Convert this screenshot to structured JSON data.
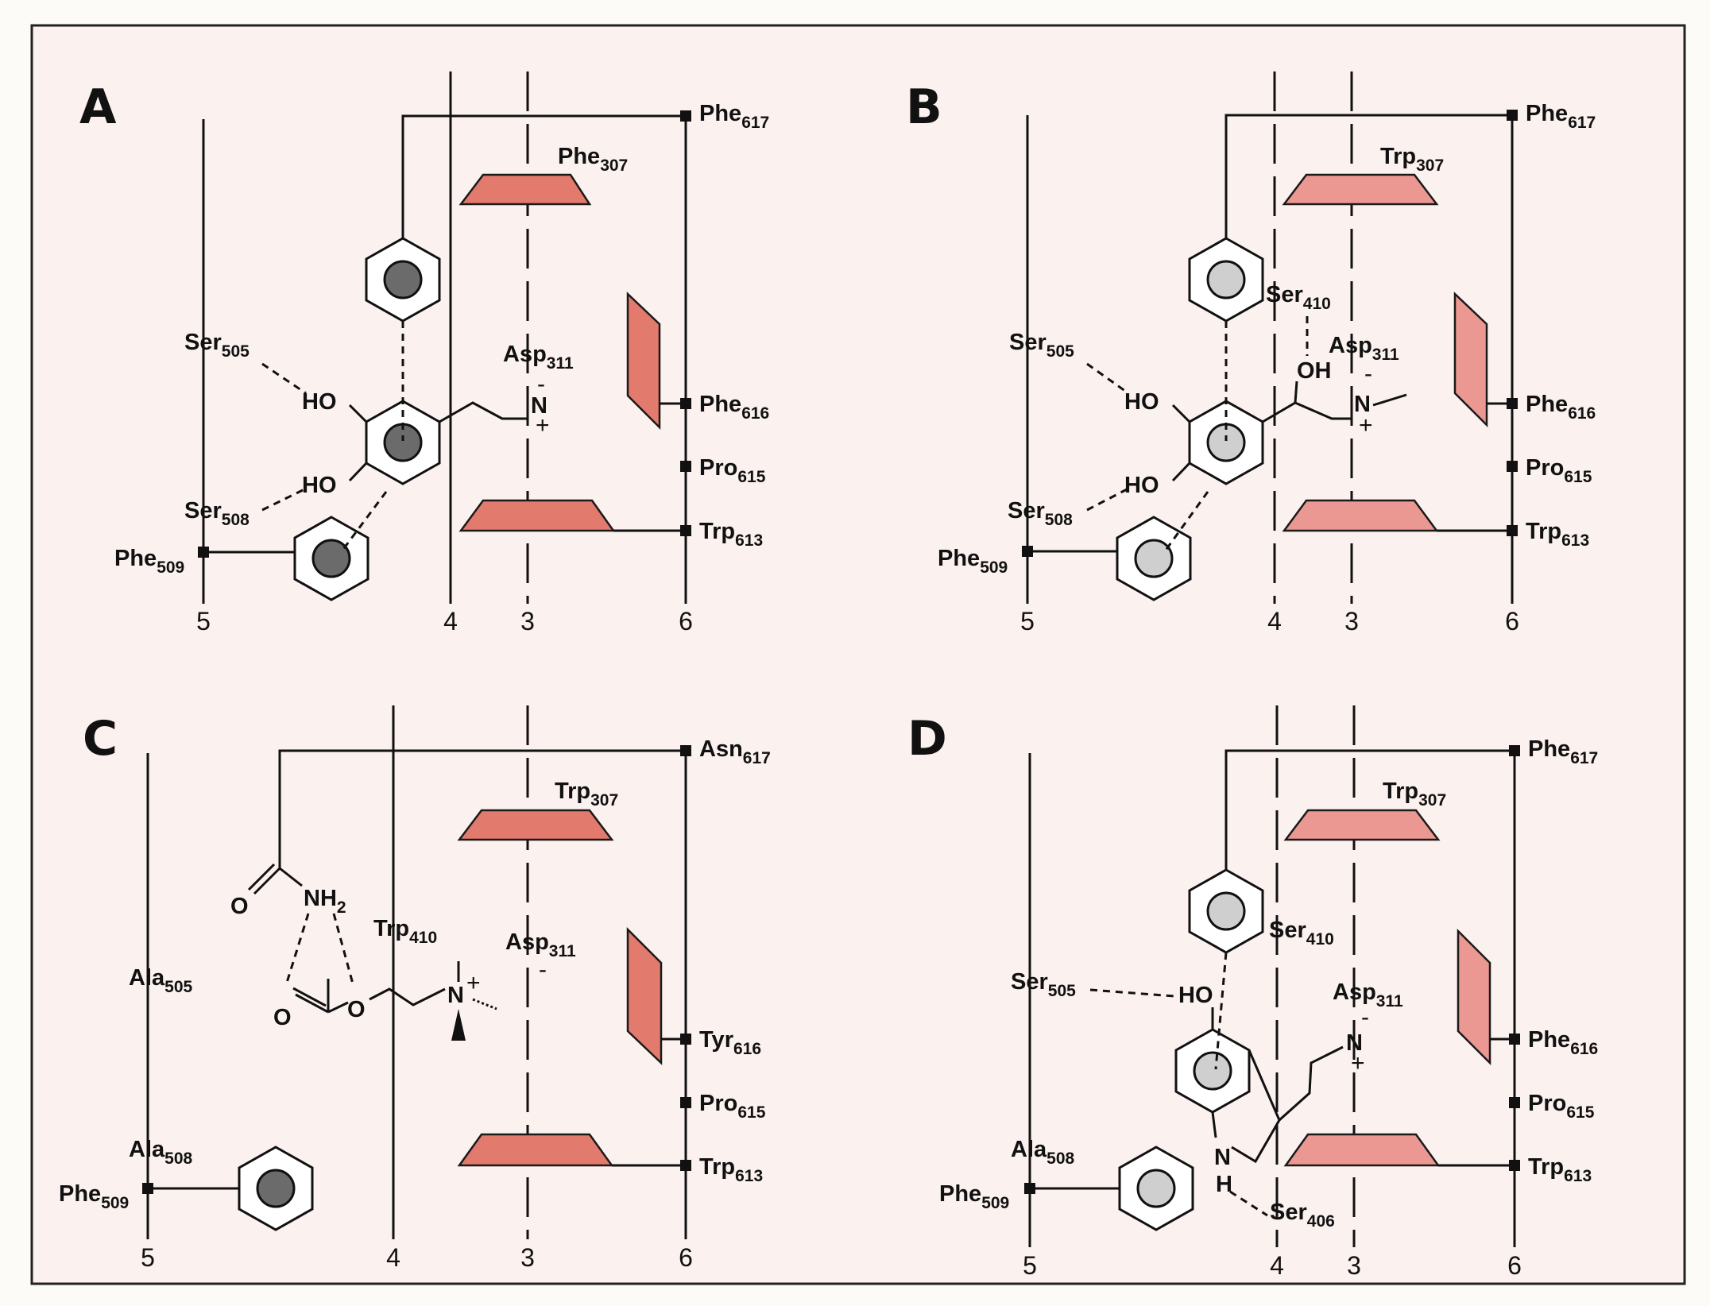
{
  "panels": {
    "A": {
      "letter": "A",
      "helices": [
        "5",
        "4",
        "3",
        "6"
      ],
      "residues": {
        "phe617": [
          "Phe",
          "617"
        ],
        "phe307": [
          "Phe",
          "307"
        ],
        "ser505": [
          "Ser",
          "505"
        ],
        "asp311": [
          "Asp",
          "311"
        ],
        "phe616": [
          "Phe",
          "616"
        ],
        "pro615": [
          "Pro",
          "615"
        ],
        "ser508": [
          "Ser",
          "508"
        ],
        "trp613": [
          "Trp",
          "613"
        ],
        "phe509": [
          "Phe",
          "509"
        ]
      },
      "atoms": {
        "ho1": "HO",
        "ho2": "HO",
        "n": "N",
        "minus": "-",
        "plus": "+"
      }
    },
    "B": {
      "letter": "B",
      "helices": [
        "5",
        "4",
        "3",
        "6"
      ],
      "residues": {
        "phe617": [
          "Phe",
          "617"
        ],
        "trp307": [
          "Trp",
          "307"
        ],
        "ser410": [
          "Ser",
          "410"
        ],
        "ser505": [
          "Ser",
          "505"
        ],
        "asp311": [
          "Asp",
          "311"
        ],
        "phe616": [
          "Phe",
          "616"
        ],
        "pro615": [
          "Pro",
          "615"
        ],
        "ser508": [
          "Ser",
          "508"
        ],
        "trp613": [
          "Trp",
          "613"
        ],
        "phe509": [
          "Phe",
          "509"
        ]
      },
      "atoms": {
        "ho1": "HO",
        "ho2": "HO",
        "oh": "OH",
        "n": "N",
        "minus": "-",
        "plus": "+"
      }
    },
    "C": {
      "letter": "C",
      "helices": [
        "5",
        "4",
        "3",
        "6"
      ],
      "residues": {
        "asn617": [
          "Asn",
          "617"
        ],
        "trp307": [
          "Trp",
          "307"
        ],
        "trp410": [
          "Trp",
          "410"
        ],
        "asp311": [
          "Asp",
          "311"
        ],
        "ala505": [
          "Ala",
          "505"
        ],
        "tyr616": [
          "Tyr",
          "616"
        ],
        "pro615": [
          "Pro",
          "615"
        ],
        "ala508": [
          "Ala",
          "508"
        ],
        "trp613": [
          "Trp",
          "613"
        ],
        "phe509": [
          "Phe",
          "509"
        ]
      },
      "atoms": {
        "o1": "O",
        "nh2": "NH",
        "nh2sub": "2",
        "o2": "O",
        "o3": "O",
        "n": "N",
        "plus": "+",
        "minus": "-"
      }
    },
    "D": {
      "letter": "D",
      "helices": [
        "5",
        "4",
        "3",
        "6"
      ],
      "residues": {
        "phe617": [
          "Phe",
          "617"
        ],
        "trp307": [
          "Trp",
          "307"
        ],
        "ser410": [
          "Ser",
          "410"
        ],
        "ser505": [
          "Ser",
          "505"
        ],
        "asp311": [
          "Asp",
          "311"
        ],
        "phe616": [
          "Phe",
          "616"
        ],
        "pro615": [
          "Pro",
          "615"
        ],
        "ala508": [
          "Ala",
          "508"
        ],
        "trp613": [
          "Trp",
          "613"
        ],
        "phe509": [
          "Phe",
          "509"
        ],
        "ser406": [
          "Ser",
          "406"
        ]
      },
      "atoms": {
        "ho": "HO",
        "n": "N",
        "minus": "-",
        "plus": "+",
        "nh": "N",
        "h": "H"
      }
    }
  }
}
